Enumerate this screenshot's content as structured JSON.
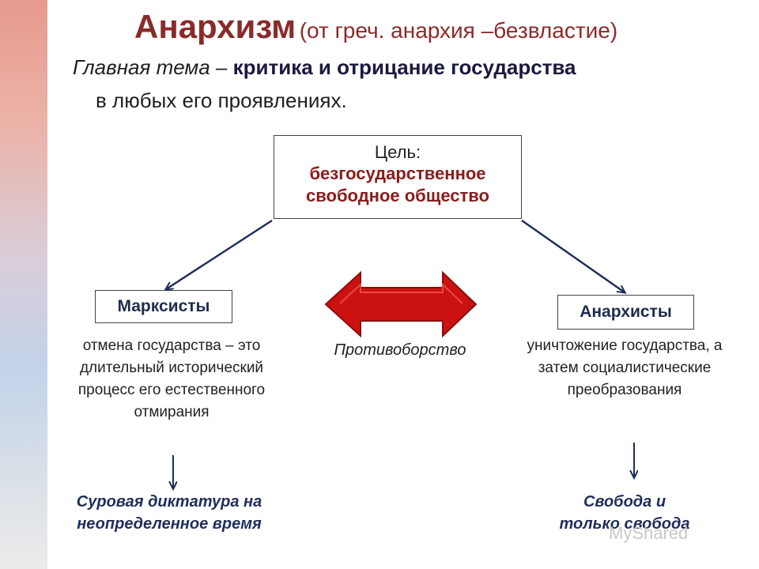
{
  "title": {
    "main": "Анархизм",
    "sub": "(от греч. анархия –безвластие)"
  },
  "theme": {
    "label": "Главная тема",
    "dash": " – ",
    "emphasis": "критика и отрицание государства",
    "continuation": "в любых его проявлениях."
  },
  "goal": {
    "label": "Цель:",
    "line1": "безгосударственное",
    "line2": "свободное общество"
  },
  "marxists": {
    "label": "Марксисты",
    "description": "отмена государства – это длительный исторический процесс его естественного отмирания",
    "result_line1": "Суровая диктатура на",
    "result_line2": "неопределенное время"
  },
  "anarchists": {
    "label": "Анархисты",
    "description": "уничтожение государства, а затем социалистические преобразования",
    "result_line1": "Свобода и",
    "result_line2": "только свобода"
  },
  "opposition": {
    "label": "Противоборство"
  },
  "watermark": "MyShared",
  "colors": {
    "title": "#8b2a2a",
    "goal_text": "#8b1c1c",
    "box_text": "#1f2d4d",
    "arrow_line": "#1f2d5a",
    "double_arrow_fill": "#cc1111"
  }
}
